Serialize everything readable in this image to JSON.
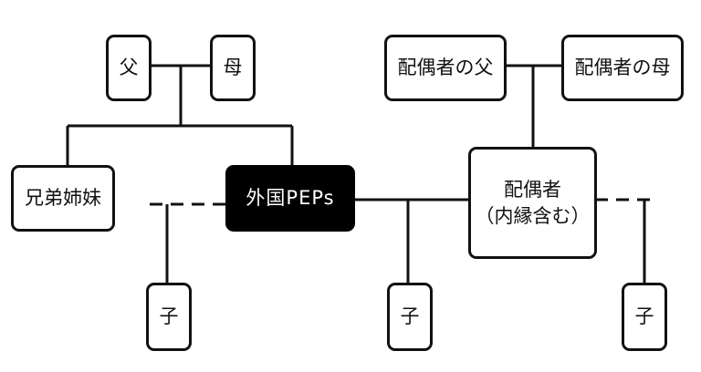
{
  "nodes": {
    "father": "父",
    "mother": "母",
    "spouse_father": "配偶者の父",
    "spouse_mother": "配偶者の母",
    "siblings": "兄弟姉妹",
    "foreign_peps": "外国PEPs",
    "spouse": "配偶者",
    "spouse_note": "（内縁含む）",
    "child_left": "子",
    "child_center": "子",
    "child_right": "子"
  }
}
